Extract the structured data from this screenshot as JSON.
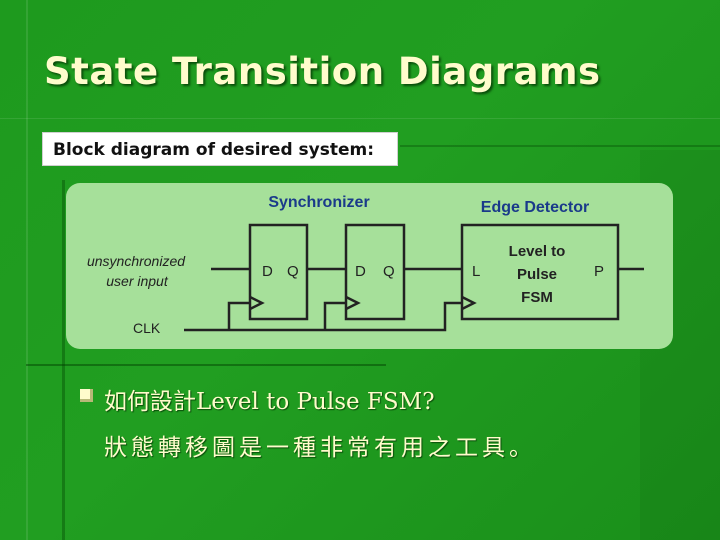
{
  "slide": {
    "title": "State Transition Diagrams",
    "caption": "Block diagram of desired system:"
  },
  "diagram": {
    "synchronizer_label": "Synchronizer",
    "edge_detector_label": "Edge Detector",
    "input_label_line1": "unsynchronized",
    "input_label_line2": "user input",
    "clk_label": "CLK",
    "ff1_d": "D",
    "ff1_q": "Q",
    "ff2_d": "D",
    "ff2_q": "Q",
    "fsm_in": "L",
    "fsm_out": "P",
    "fsm_name_line1": "Level to",
    "fsm_name_line2": "Pulse",
    "fsm_name_line3": "FSM"
  },
  "bullets": [
    {
      "line1": "如何設計Level to Pulse FSM?",
      "line2": "狀態轉移圖是一種非常有用之工具。"
    }
  ],
  "colors": {
    "background": "#1e9a1e",
    "title": "#fffccc",
    "diagram_bg": "#a6e09a",
    "diagram_heading": "#1a3a8a",
    "bullet": "#fffccc"
  },
  "icons": {
    "bullet": "square-bullet-icon"
  }
}
